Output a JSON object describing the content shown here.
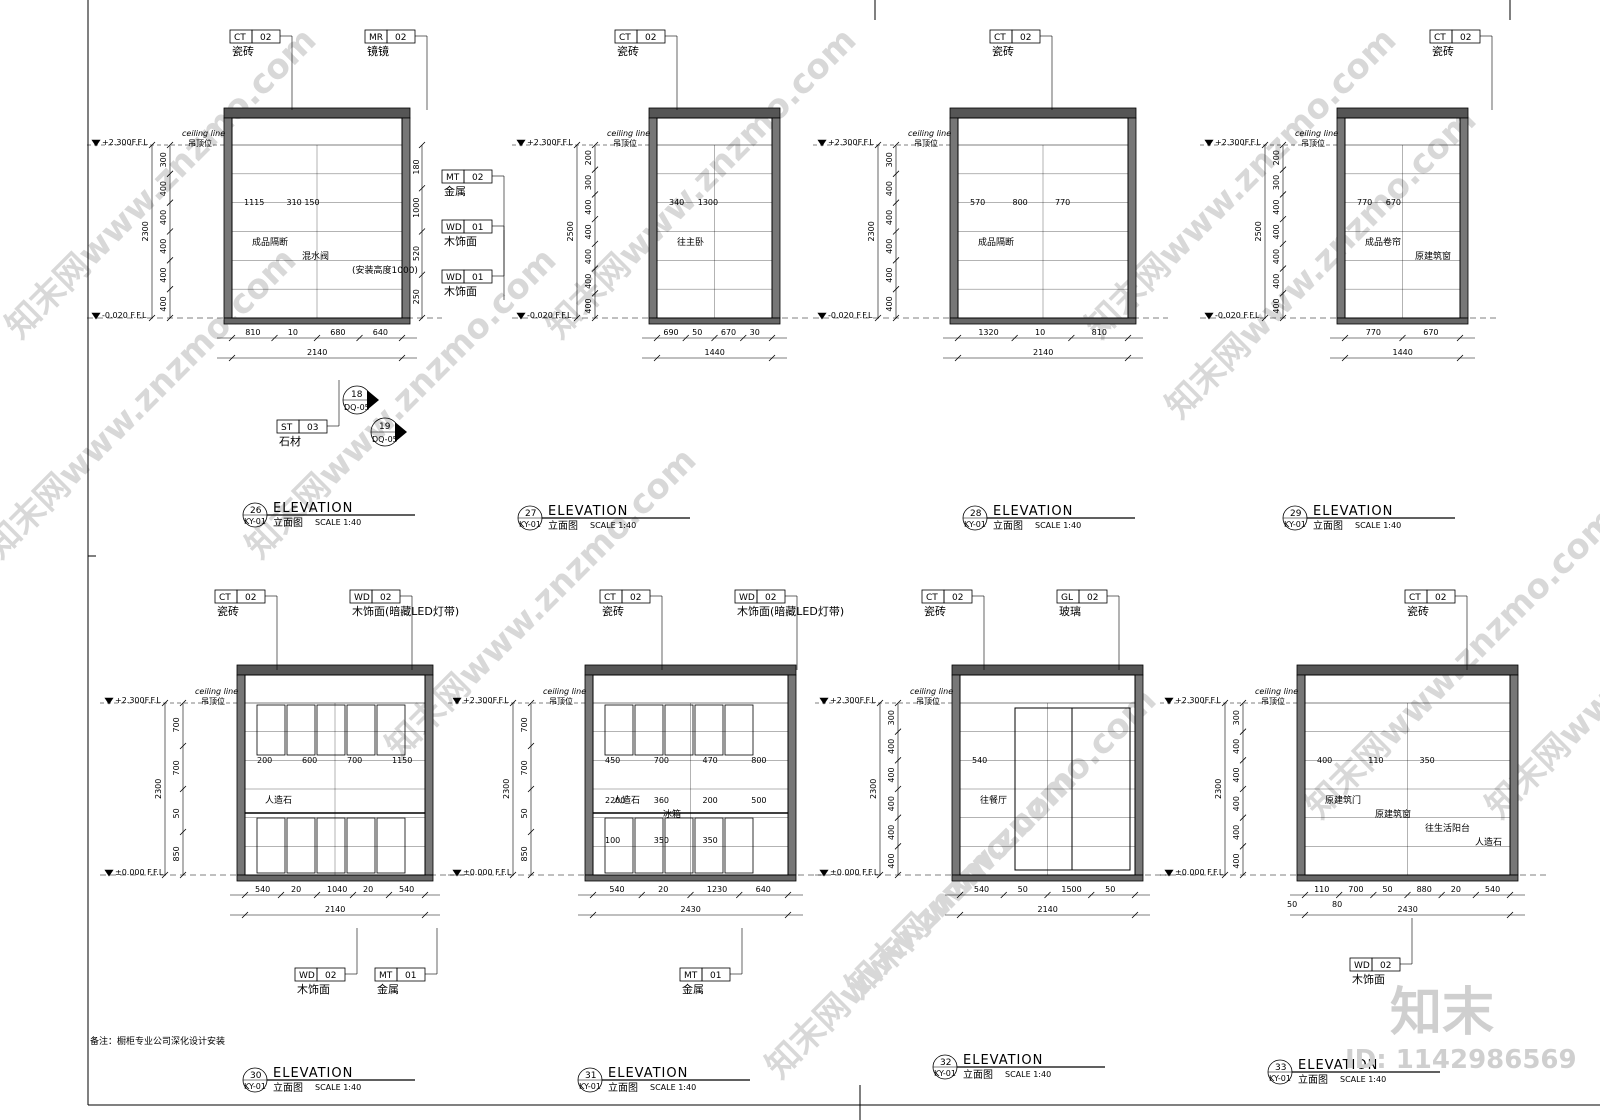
{
  "common": {
    "elevation_word": "ELEVATION",
    "elevation_cn": "立面图",
    "scale": "SCALE 1:40",
    "sheet_code": "KY-01",
    "ceiling_en": "ceiling line",
    "ceiling_cn": "吊顶位",
    "level_top": "+2.300F.F.L",
    "level_bottom_wet": "-0.020 F.F.L",
    "level_bottom_dry": "±0.000 F.F.L"
  },
  "views": [
    {
      "number": "26",
      "tags": [
        {
          "code": "CT",
          "num": "02",
          "label": "瓷砖"
        },
        {
          "code": "MR",
          "num": "02",
          "label": "镜镜"
        },
        {
          "code": "MT",
          "num": "02",
          "label": "金属"
        },
        {
          "code": "WD",
          "num": "01",
          "label": "木饰面"
        },
        {
          "code": "WD",
          "num": "01",
          "label": "木饰面"
        },
        {
          "code": "ST",
          "num": "03",
          "label": "石材"
        }
      ],
      "notes": [
        "成品隔断",
        "混水阀",
        "(安装高度1000)"
      ],
      "dims_bottom": [
        "810",
        "10",
        "680",
        "640"
      ],
      "total": "2140",
      "dims_left": [
        "300",
        "400",
        "400",
        "400",
        "400",
        "400"
      ],
      "height": "2300",
      "dims_right": [
        "180",
        "1000",
        "520",
        "250"
      ],
      "inner": [
        "1115",
        "310 150"
      ],
      "callouts": [
        {
          "num": "18",
          "code": "DQ-05"
        },
        {
          "num": "19",
          "code": "DQ-05"
        }
      ]
    },
    {
      "number": "27",
      "tags": [
        {
          "code": "CT",
          "num": "02",
          "label": "瓷砖"
        }
      ],
      "notes": [
        "往主卧"
      ],
      "dims_bottom": [
        "690",
        "50",
        "670",
        "30"
      ],
      "total": "1440",
      "dims_left": [
        "200",
        "300",
        "400",
        "400",
        "400",
        "400",
        "400"
      ],
      "height": "2500",
      "inner": [
        "340",
        "1300"
      ]
    },
    {
      "number": "28",
      "tags": [
        {
          "code": "CT",
          "num": "02",
          "label": "瓷砖"
        }
      ],
      "notes": [
        "成品隔断"
      ],
      "dims_bottom": [
        "1320",
        "10",
        "810"
      ],
      "total": "2140",
      "dims_left": [
        "300",
        "400",
        "400",
        "400",
        "400",
        "400"
      ],
      "height": "2300",
      "inner": [
        "570",
        "800",
        "770"
      ]
    },
    {
      "number": "29",
      "tags": [
        {
          "code": "CT",
          "num": "02",
          "label": "瓷砖"
        }
      ],
      "notes": [
        "成品卷帘",
        "原建筑窗"
      ],
      "dims_bottom": [
        "770",
        "670"
      ],
      "total": "1440",
      "dims_left": [
        "200",
        "300",
        "400",
        "400",
        "400",
        "400",
        "400"
      ],
      "height": "2500",
      "inner": [
        "770",
        "670"
      ]
    },
    {
      "number": "30",
      "tags": [
        {
          "code": "CT",
          "num": "02",
          "label": "瓷砖"
        },
        {
          "code": "WD",
          "num": "02",
          "label": "木饰面(暗藏LED灯带)"
        },
        {
          "code": "WD",
          "num": "02",
          "label": "木饰面"
        },
        {
          "code": "MT",
          "num": "01",
          "label": "金属"
        }
      ],
      "notes": [
        "人造石",
        "备注：橱柜专业公司深化设计安装"
      ],
      "dims_bottom": [
        "540",
        "20",
        "1040",
        "20",
        "540"
      ],
      "total": "2140",
      "dims_left": [
        "700",
        "700",
        "50",
        "850"
      ],
      "height": "2300",
      "inner": [
        "200",
        "600",
        "700",
        "1150"
      ]
    },
    {
      "number": "31",
      "tags": [
        {
          "code": "CT",
          "num": "02",
          "label": "瓷砖"
        },
        {
          "code": "WD",
          "num": "02",
          "label": "木饰面(暗藏LED灯带)"
        },
        {
          "code": "MT",
          "num": "01",
          "label": "金属"
        }
      ],
      "notes": [
        "人造石",
        "冰箱"
      ],
      "dims_bottom": [
        "540",
        "20",
        "1230",
        "640"
      ],
      "total": "2430",
      "dims_left": [
        "700",
        "700",
        "50",
        "850"
      ],
      "height": "2300",
      "inner": [
        "450",
        "700",
        "470",
        "800",
        "2200",
        "360",
        "200",
        "500",
        "100",
        "350",
        "350"
      ]
    },
    {
      "number": "32",
      "tags": [
        {
          "code": "CT",
          "num": "02",
          "label": "瓷砖"
        },
        {
          "code": "GL",
          "num": "02",
          "label": "玻璃"
        }
      ],
      "notes": [
        "往餐厅"
      ],
      "dims_bottom": [
        "540",
        "50",
        "1500",
        "50"
      ],
      "total": "2140",
      "dims_left": [
        "300",
        "400",
        "400",
        "400",
        "400",
        "400"
      ],
      "height": "2300",
      "inner": [
        "540"
      ]
    },
    {
      "number": "33",
      "tags": [
        {
          "code": "CT",
          "num": "02",
          "label": "瓷砖"
        },
        {
          "code": "WD",
          "num": "02",
          "label": "木饰面"
        }
      ],
      "notes": [
        "原建筑门",
        "原建筑窗",
        "往生活阳台",
        "人造石"
      ],
      "dims_bottom": [
        "110",
        "700",
        "50",
        "880",
        "20",
        "540"
      ],
      "sub": [
        "50",
        "80"
      ],
      "total": "2430",
      "dims_left": [
        "300",
        "400",
        "400",
        "400",
        "400",
        "400"
      ],
      "height": "2300",
      "inner": [
        "400",
        "110",
        "350"
      ]
    }
  ],
  "watermark": {
    "site": "www.znzmo.com",
    "brand": "知末网",
    "logo": "知末",
    "id": "ID: 1142986569"
  }
}
